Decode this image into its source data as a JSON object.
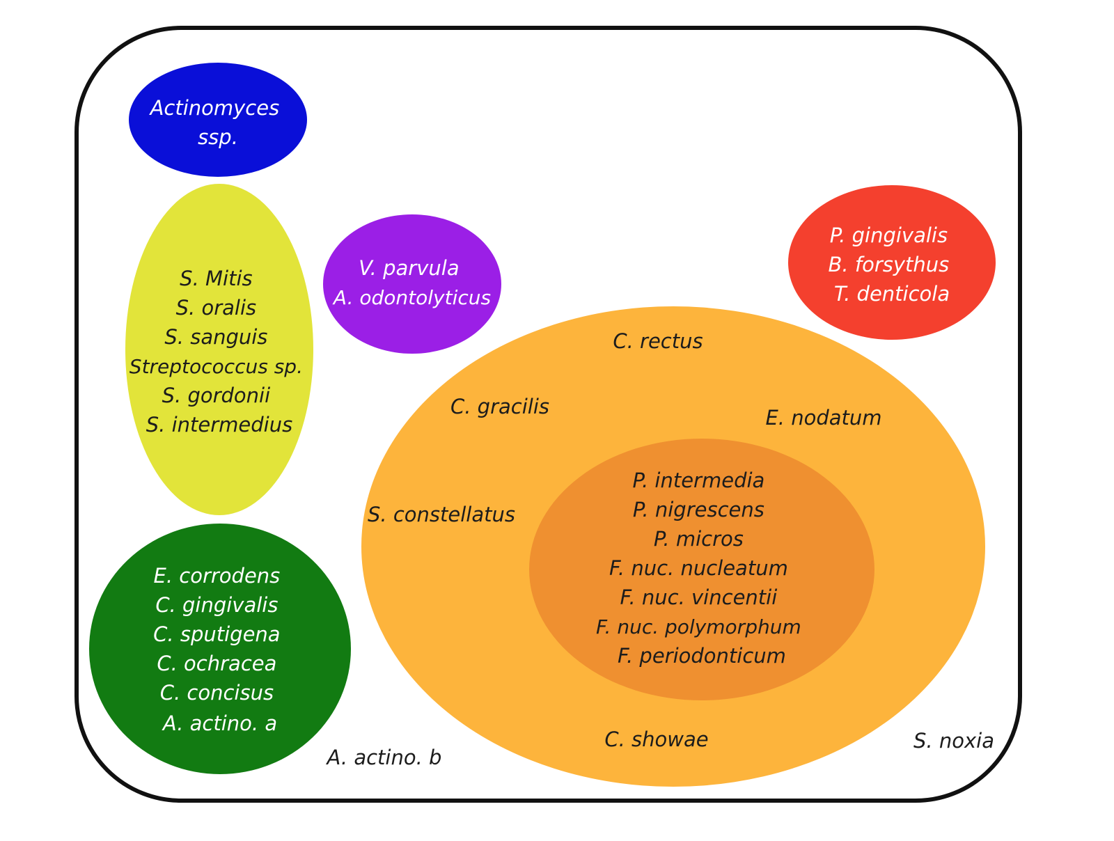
{
  "colors": {
    "frame": "#111111",
    "background": "#ffffff",
    "blue": "#0a0fd8",
    "yellow_green": "#e2e43a",
    "purple": "#9b1fe6",
    "red": "#f4402e",
    "dark_green": "#127b12",
    "orange_outer": "#fdb43c",
    "orange_inner": "#ef9030",
    "text_light": "#ffffff",
    "text_dark": "#1c1c1c"
  },
  "groups": {
    "blue": {
      "lines": [
        "Actinomyces",
        "ssp."
      ]
    },
    "yellow": {
      "lines": [
        "S. Mitis",
        "S. oralis",
        "S. sanguis",
        "Streptococcus sp.",
        "S. gordonii",
        "S. intermedius"
      ]
    },
    "purple": {
      "lines": [
        "V. parvula",
        "A. odontolyticus"
      ]
    },
    "red": {
      "lines": [
        "P. gingivalis",
        "B. forsythus",
        "T. denticola"
      ]
    },
    "green": {
      "lines": [
        "E. corrodens",
        "C. gingivalis",
        "C. sputigena",
        "C. ochracea",
        "C. concisus",
        "A. actino. a"
      ]
    },
    "orange_inner": {
      "lines": [
        "P. intermedia",
        "P. nigrescens",
        "P. micros",
        "F. nuc. nucleatum",
        "F. nuc. vincentii",
        "F. nuc. polymorphum",
        "F. periodonticum"
      ]
    }
  },
  "orange_outer_labels": {
    "c_rectus": "C. rectus",
    "c_gracilis": "C. gracilis",
    "e_nodatum": "E. nodatum",
    "s_constellatus": "S. constellatus",
    "c_showae": "C. showae"
  },
  "outside_labels": {
    "a_actino_b": "A. actino. b",
    "s_noxia": "S. noxia"
  }
}
